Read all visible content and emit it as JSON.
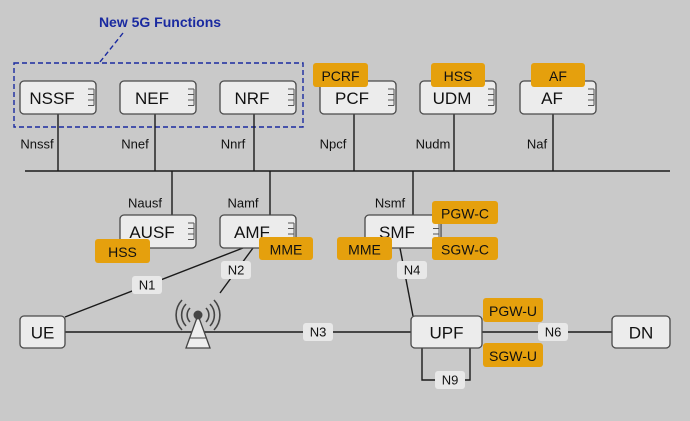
{
  "title": "New 5G Functions",
  "colors": {
    "background": "#c9c9c9",
    "legacy_tag": "#e5a00d",
    "title": "#1a2aa0",
    "node": "#ececec"
  },
  "nodes": {
    "nssf": "NSSF",
    "nef": "NEF",
    "nrf": "NRF",
    "pcf": "PCF",
    "udm": "UDM",
    "af": "AF",
    "ausf": "AUSF",
    "amf": "AMF",
    "smf": "SMF",
    "ue": "UE",
    "upf": "UPF",
    "dn": "DN"
  },
  "interfaces": {
    "nnssf": "Nnssf",
    "nnef": "Nnef",
    "nnrf": "Nnrf",
    "npcf": "Npcf",
    "nudm": "Nudm",
    "naf": "Naf",
    "nausf": "Nausf",
    "namf": "Namf",
    "nsmf": "Nsmf",
    "n1": "N1",
    "n2": "N2",
    "n3": "N3",
    "n4": "N4",
    "n6": "N6",
    "n9": "N9"
  },
  "legacy_tags": {
    "pcf": "PCRF",
    "udm": "HSS",
    "af": "AF",
    "ausf": "HSS",
    "amf": "MME",
    "smf_mme": "MME",
    "smf_pgw": "PGW-C",
    "smf_sgw": "SGW-C",
    "upf_pgw": "PGW-U",
    "upf_sgw": "SGW-U"
  },
  "icons": {
    "ran": "radio-tower-icon"
  }
}
